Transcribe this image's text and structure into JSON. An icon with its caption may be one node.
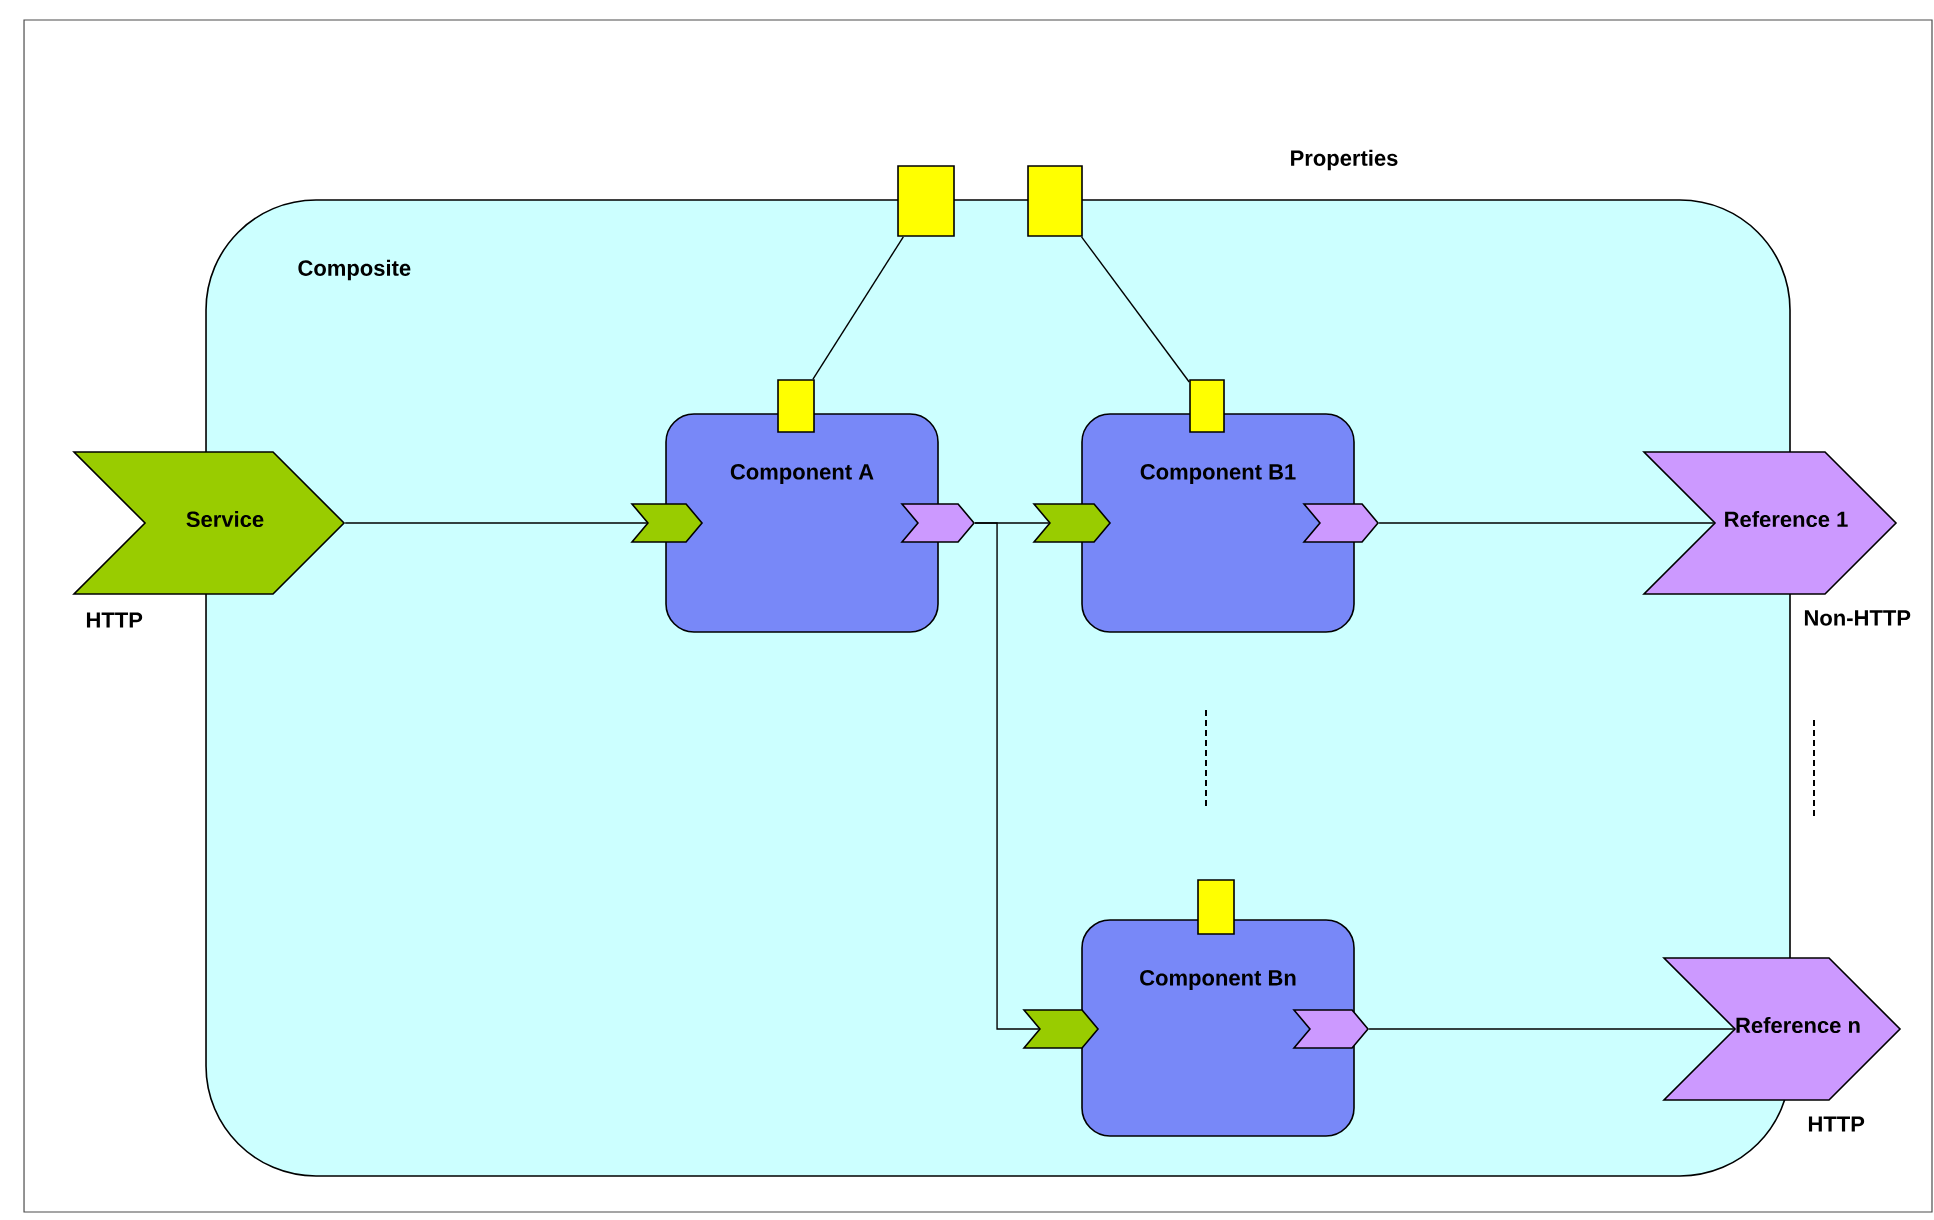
{
  "diagram": {
    "nodes": [
      {
        "text": [
          "Composite"
        ]
      },
      {
        "text": [
          "Service"
        ],
        "beside": [
          "HTTP"
        ]
      },
      {
        "text": [],
        "shape": "box"
      },
      {
        "text": [],
        "shape": "box"
      },
      {
        "text": [
          "Component A"
        ],
        "in": 0
      },
      {
        "text": [],
        "shape": "box",
        "in": 0
      },
      {
        "text": [],
        "shape": "chevron",
        "in": 0
      },
      {
        "text": [],
        "shape": "chevron",
        "in": 0
      },
      {
        "text": [
          "Component B1"
        ],
        "in": 0
      },
      {
        "text": [],
        "shape": "box",
        "in": 0
      },
      {
        "text": [],
        "shape": "chevron",
        "in": 0
      },
      {
        "text": [],
        "shape": "chevron",
        "in": 0
      },
      {
        "text": [
          "Reference 1"
        ],
        "beside": [
          "Non-HTTP"
        ]
      },
      {
        "text": [
          "Component Bn"
        ],
        "in": 0
      },
      {
        "text": [],
        "shape": "box",
        "in": 0
      },
      {
        "text": [],
        "shape": "chevron",
        "in": 0
      },
      {
        "text": [],
        "shape": "chevron",
        "in": 0
      },
      {
        "text": [
          "Reference n"
        ],
        "beside": [
          "HTTP"
        ]
      }
    ],
    "edges": [
      {
        "from": 1,
        "to": 6,
        "arrow": "none"
      },
      {
        "from": 2,
        "to": 5,
        "arrow": "none"
      },
      {
        "from": 3,
        "to": 9,
        "arrow": "none"
      },
      {
        "from": 7,
        "to": 10,
        "arrow": "none"
      },
      {
        "from": 7,
        "to": 15,
        "arrow": "none"
      },
      {
        "from": 11,
        "to": 12,
        "arrow": "none"
      },
      {
        "from": 16,
        "to": 17,
        "arrow": "none"
      }
    ],
    "labels": [
      "Properties"
    ]
  }
}
